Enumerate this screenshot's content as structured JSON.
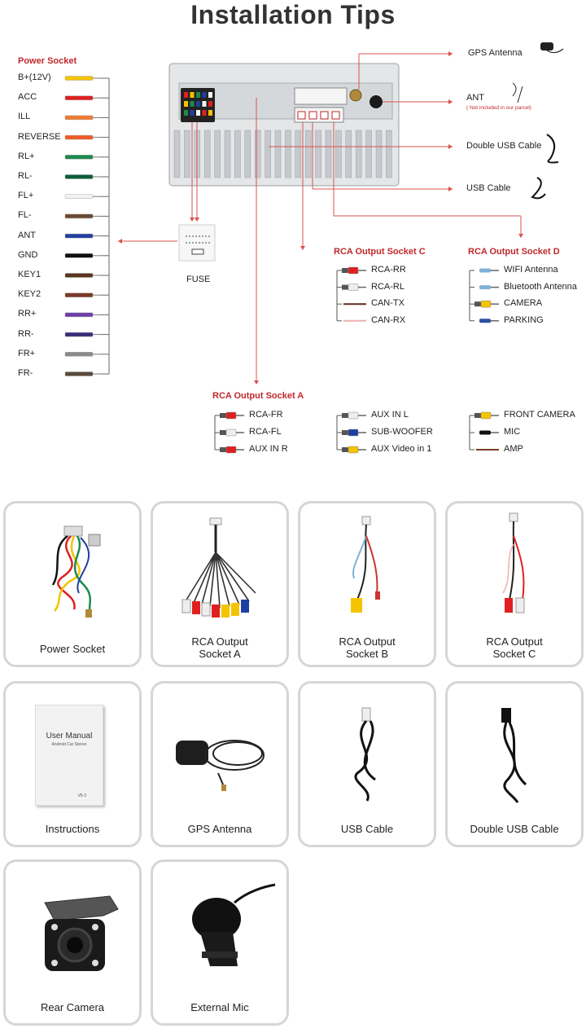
{
  "title": "Installation Tips",
  "power": {
    "heading": "Power Socket",
    "items": [
      {
        "label": "B+(12V)",
        "color": "#f4c400"
      },
      {
        "label": "ACC",
        "color": "#e02020"
      },
      {
        "label": "ILL",
        "color": "#f07a30"
      },
      {
        "label": "REVERSE",
        "color": "#f15a24"
      },
      {
        "label": "RL+",
        "color": "#1d8a4e"
      },
      {
        "label": "RL-",
        "color": "#0d5e3a"
      },
      {
        "label": "FL+",
        "color": "#f2f2f2"
      },
      {
        "label": "FL-",
        "color": "#6b4a32"
      },
      {
        "label": "ANT",
        "color": "#1f3fa0"
      },
      {
        "label": "GND",
        "color": "#111111"
      },
      {
        "label": "KEY1",
        "color": "#5a3520"
      },
      {
        "label": "KEY2",
        "color": "#7a3b26"
      },
      {
        "label": "RR+",
        "color": "#6e3ea8"
      },
      {
        "label": "RR-",
        "color": "#3b2b7a"
      },
      {
        "label": "FR+",
        "color": "#8a8a8a"
      },
      {
        "label": "FR-",
        "color": "#5a4a3a"
      }
    ]
  },
  "fuse_label": "FUSE",
  "right_labels": {
    "gps": "GPS Antenna",
    "ant": "ANT",
    "ant_note": "( Not included in our parcel)",
    "double_usb": "Double USB Cable",
    "usb": "USB Cable"
  },
  "rca_c": {
    "heading": "RCA Output Socket C",
    "items": [
      {
        "label": "RCA-RR",
        "color": "#e02020",
        "kind": "rca"
      },
      {
        "label": "RCA-RL",
        "color": "#eeeeee",
        "kind": "rca"
      },
      {
        "label": "CAN-TX",
        "color": "#5a2a1a",
        "kind": "wire"
      },
      {
        "label": "CAN-RX",
        "color": "#f0b0b0",
        "kind": "wire"
      }
    ]
  },
  "rca_d": {
    "heading": "RCA Output Socket D",
    "items": [
      {
        "label": "WIFI Antenna",
        "color": "#7fb2d8",
        "kind": "plug"
      },
      {
        "label": "Bluetooth Antenna",
        "color": "#7fb2d8",
        "kind": "plug"
      },
      {
        "label": "CAMERA",
        "color": "#f4c400",
        "kind": "rca"
      },
      {
        "label": "PARKING",
        "color": "#2f4fa0",
        "kind": "plug"
      }
    ]
  },
  "rca_a": {
    "heading": "RCA Output Socket A",
    "col1": [
      {
        "label": "RCA-FR",
        "color": "#e02020",
        "kind": "rca"
      },
      {
        "label": "RCA-FL",
        "color": "#eeeeee",
        "kind": "rca"
      },
      {
        "label": "AUX IN R",
        "color": "#e02020",
        "kind": "rca"
      }
    ],
    "col2": [
      {
        "label": "AUX IN L",
        "color": "#eeeeee",
        "kind": "rca"
      },
      {
        "label": "SUB-WOOFER",
        "color": "#1f3fa0",
        "kind": "rca"
      },
      {
        "label": "AUX Video in 1",
        "color": "#f4c400",
        "kind": "rca"
      }
    ],
    "col3": [
      {
        "label": "FRONT CAMERA",
        "color": "#f4c400",
        "kind": "rca"
      },
      {
        "label": "MIC",
        "color": "#111111",
        "kind": "plug"
      },
      {
        "label": "AMP",
        "color": "#7a3b26",
        "kind": "wire"
      }
    ]
  },
  "products": [
    {
      "label": "Power Socket",
      "icon": "power-harness-icon"
    },
    {
      "label": "RCA Output Socket A",
      "icon": "rca-a-harness-icon"
    },
    {
      "label": "RCA Output Socket B",
      "icon": "rca-b-harness-icon"
    },
    {
      "label": "RCA Output Socket C",
      "icon": "rca-c-harness-icon"
    },
    {
      "label": "Instructions",
      "icon": "manual-icon",
      "manual_title": "User Manual",
      "manual_sub": "Android Car Stereo",
      "manual_ver": "V5-3"
    },
    {
      "label": "GPS Antenna",
      "icon": "gps-antenna-icon"
    },
    {
      "label": "USB Cable",
      "icon": "usb-cable-icon"
    },
    {
      "label": "Double USB Cable",
      "icon": "double-usb-cable-icon"
    },
    {
      "label": "Rear Camera",
      "icon": "rear-camera-icon"
    },
    {
      "label": "External Mic",
      "icon": "external-mic-icon"
    }
  ],
  "colors": {
    "accent_red": "#c0292b",
    "line_red": "#d9534f",
    "card_border": "#d6d6d6"
  }
}
